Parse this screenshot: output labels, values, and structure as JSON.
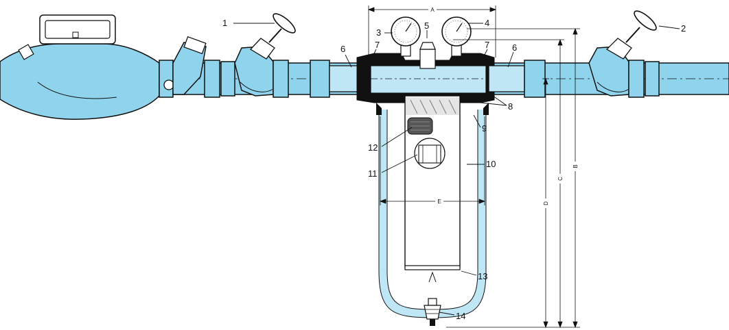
{
  "diagram": {
    "colors": {
      "pipe": "#8fd3ec",
      "pipe_dark": "#111111",
      "gauge_face": "#ffffff",
      "housing_light": "#bfe6f5",
      "background": "#ffffff"
    },
    "callouts": {
      "c1": "1",
      "c2": "2",
      "c3": "3",
      "c4": "4",
      "c5": "5",
      "c6a": "6",
      "c6b": "6",
      "c7a": "7",
      "c7b": "7",
      "c8": "8",
      "c9": "9",
      "c10": "10",
      "c11": "11",
      "c12": "12",
      "c13": "13",
      "c14": "14"
    },
    "dimensions": {
      "A": "A",
      "B": "B",
      "C": "C",
      "D": "D",
      "E": "E"
    },
    "icons": [
      "water-meter-icon",
      "valve-icon",
      "pressure-gauge-icon",
      "filter-housing-icon",
      "drain-valve-icon"
    ]
  }
}
